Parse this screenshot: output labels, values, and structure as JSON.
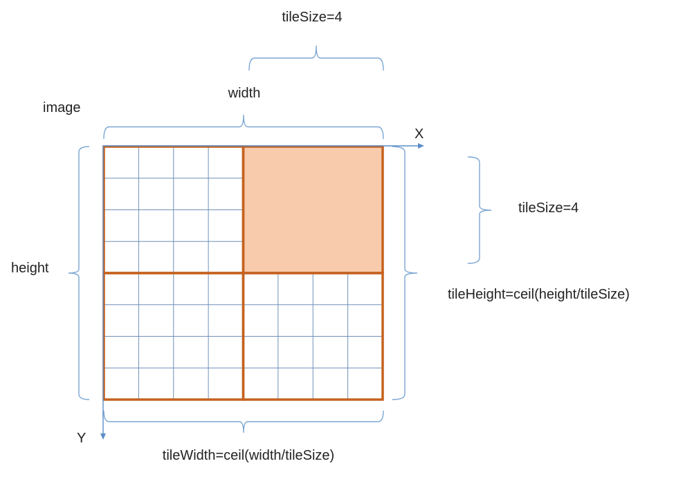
{
  "labels": {
    "top_tile_size": "tileSize=4",
    "width": "width",
    "image": "image",
    "height": "height",
    "right_tile_size": "tileSize=4",
    "tile_height_formula": "tileHeight=ceil(height/tileSize)",
    "tile_width_formula": "tileWidth=ceil(width/tileSize)",
    "x_axis": "X",
    "y_axis": "Y"
  },
  "grid": {
    "tiles_across": 2,
    "tiles_down": 2,
    "cells_per_tile": 4,
    "empty_tile": "top-right"
  },
  "colors": {
    "tile_border": "#c5621f",
    "empty_tile_fill": "#f8cbac",
    "grid_line": "#6f8fb8",
    "brace": "#7aa6d3",
    "axis": "#5b8ec9"
  }
}
